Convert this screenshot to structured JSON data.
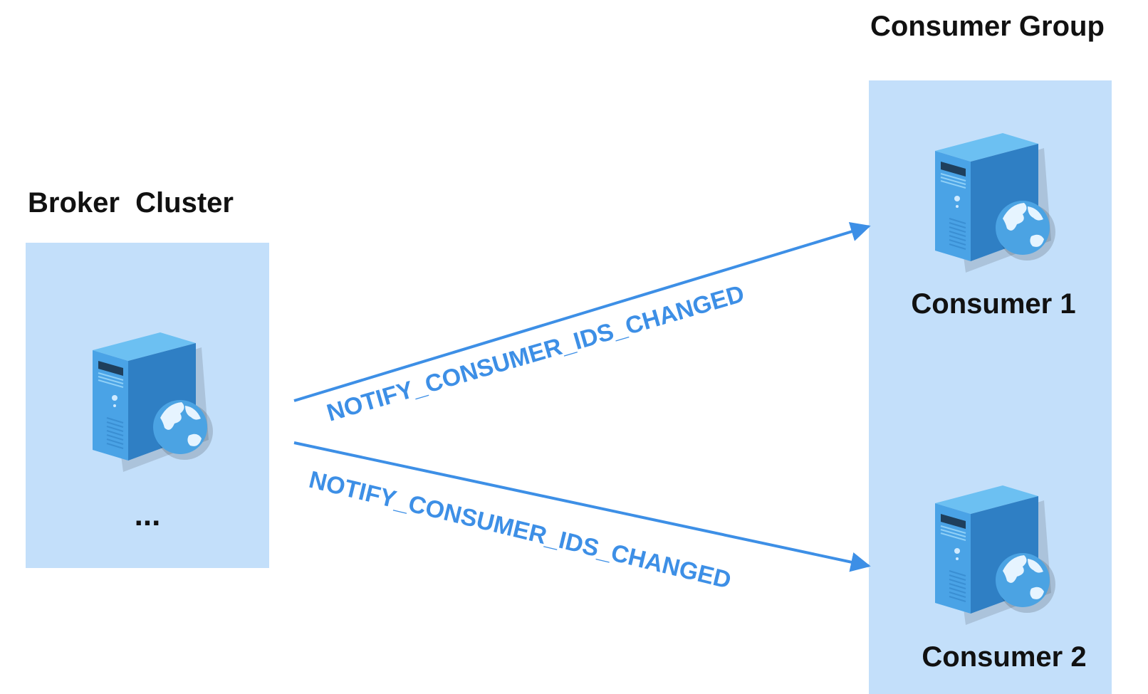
{
  "broker_cluster": {
    "title": "Broker  Cluster",
    "more": "..."
  },
  "consumer_group": {
    "title": "Consumer Group",
    "consumers": [
      {
        "label": "Consumer 1"
      },
      {
        "label": "Consumer 2"
      }
    ]
  },
  "messages": [
    {
      "label": "NOTIFY_CONSUMER_IDS_CHANGED",
      "to": "Consumer 1"
    },
    {
      "label": "NOTIFY_CONSUMER_IDS_CHANGED",
      "to": "Consumer 2"
    }
  ],
  "colors": {
    "box": "#c3dffa",
    "arrow": "#3d8fe6",
    "server": "#3f93d9"
  }
}
